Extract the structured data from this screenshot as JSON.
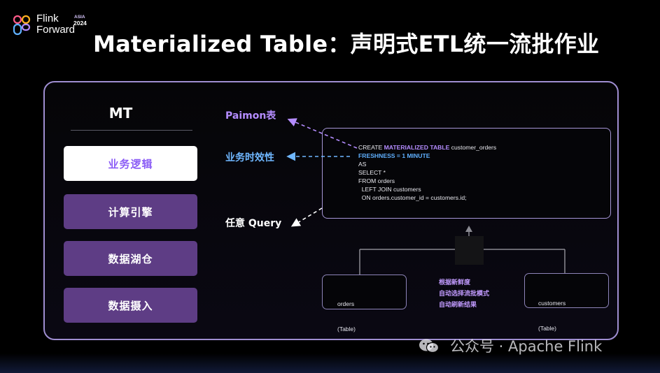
{
  "logo": {
    "line1": "Flink",
    "line2": "Forward",
    "event": "ASIA",
    "year": "2024",
    "colors": [
      "#ff5c8a",
      "#ffb020",
      "#5fb0ff",
      "#b48cff"
    ]
  },
  "title": "Materialized Table：声明式ETL统一流批作业",
  "stack": {
    "header": "MT",
    "items": [
      {
        "label": "业务逻辑",
        "active": true
      },
      {
        "label": "计算引擎",
        "active": false
      },
      {
        "label": "数据湖仓",
        "active": false
      },
      {
        "label": "数据摄入",
        "active": false
      }
    ]
  },
  "labels": {
    "paimon": "Paimon表",
    "freshness": "业务时效性",
    "query": "任意 Query"
  },
  "code": {
    "l1_pre": "CREATE ",
    "l1_kw": "MATERIALIZED TABLE",
    "l1_post": " customer_orders",
    "l2": "FRESHNESS = 1 MINUTE",
    "l3": "AS",
    "l4": "SELECT *",
    "l5": "FROM orders",
    "l6": "  LEFT JOIN customers",
    "l7": "  ON orders.customer_id = customers.id;"
  },
  "tables": {
    "left": {
      "name": "orders",
      "type": "(Table)"
    },
    "right": {
      "name": "customers",
      "type": "(Table)"
    }
  },
  "note": {
    "l1": "根据新鲜度",
    "l2": "自动选择流批模式",
    "l3": "自动刷新结果"
  },
  "watermark": "公众号 · Apache Flink",
  "colors": {
    "accent_purple": "#b48cff",
    "accent_blue": "#6fb7ff",
    "button_purple": "#5e3d85",
    "panel_border": "#9f8ed1"
  }
}
